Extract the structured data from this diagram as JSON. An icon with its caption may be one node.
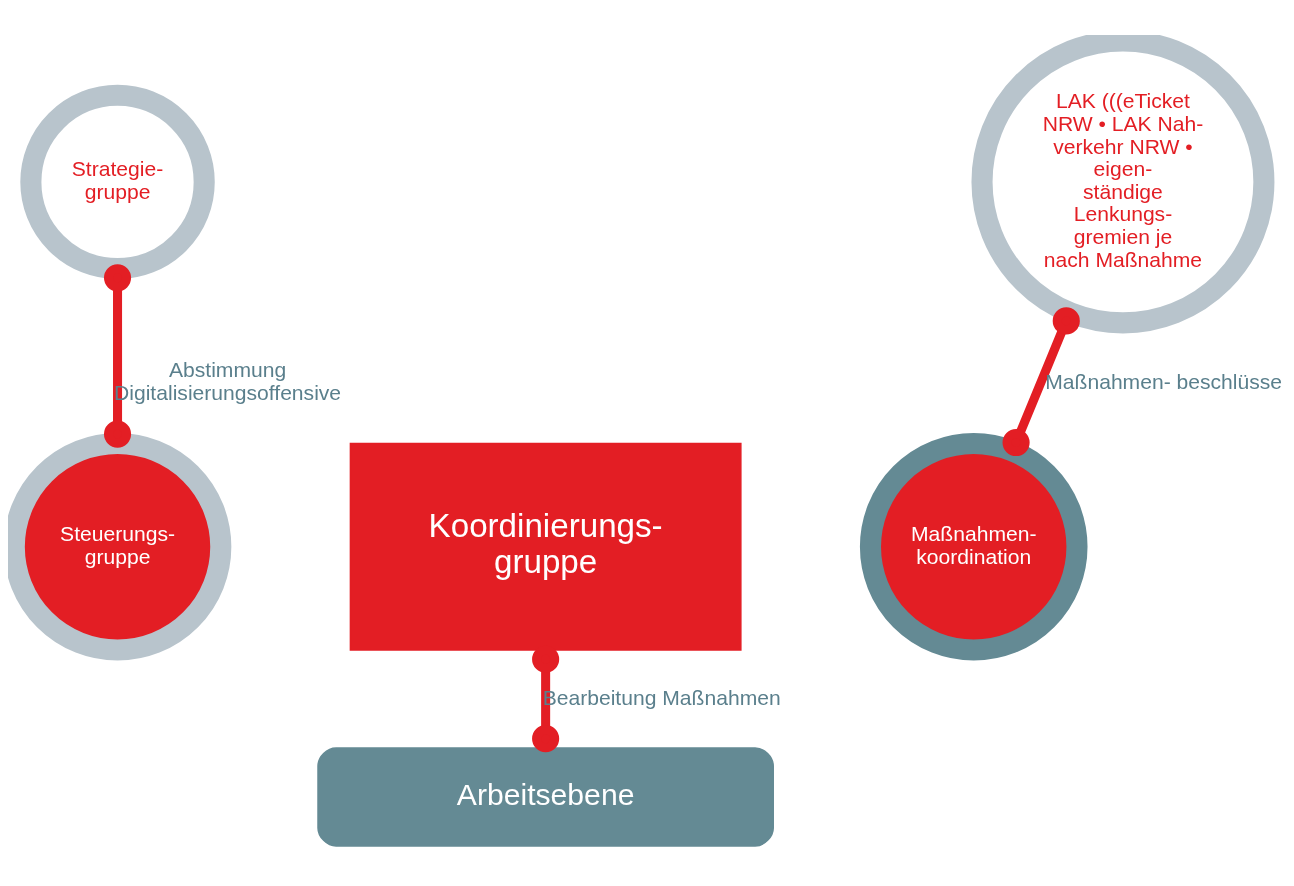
{
  "diagram": {
    "nodes": [
      {
        "text": [
          "Strategie- gruppe"
        ]
      },
      {
        "text": [
          "Steuerungs- gruppe"
        ]
      },
      {
        "text": [
          "Koordinierungs- gruppe"
        ]
      },
      {
        "text": [
          "Maßnahmen- koordination"
        ]
      },
      {
        "text": [
          "LAK (((eTicket NRW • LAK Nah- verkehr NRW • eigen- ständige Lenkungs- gremien je nach Maßnahme"
        ]
      },
      {
        "text": [
          "Arbeitsebene"
        ]
      }
    ],
    "edges": [
      {
        "from": 0,
        "to": 1,
        "arrow": "other",
        "label": "Abstimmung Digitalisierungsoffensive"
      },
      {
        "from": 3,
        "to": 4,
        "arrow": "other",
        "label": "Maßnahmen- beschlüsse"
      },
      {
        "from": 2,
        "to": 5,
        "arrow": "other",
        "label": "Bearbeitung Maßnahmen"
      }
    ]
  }
}
